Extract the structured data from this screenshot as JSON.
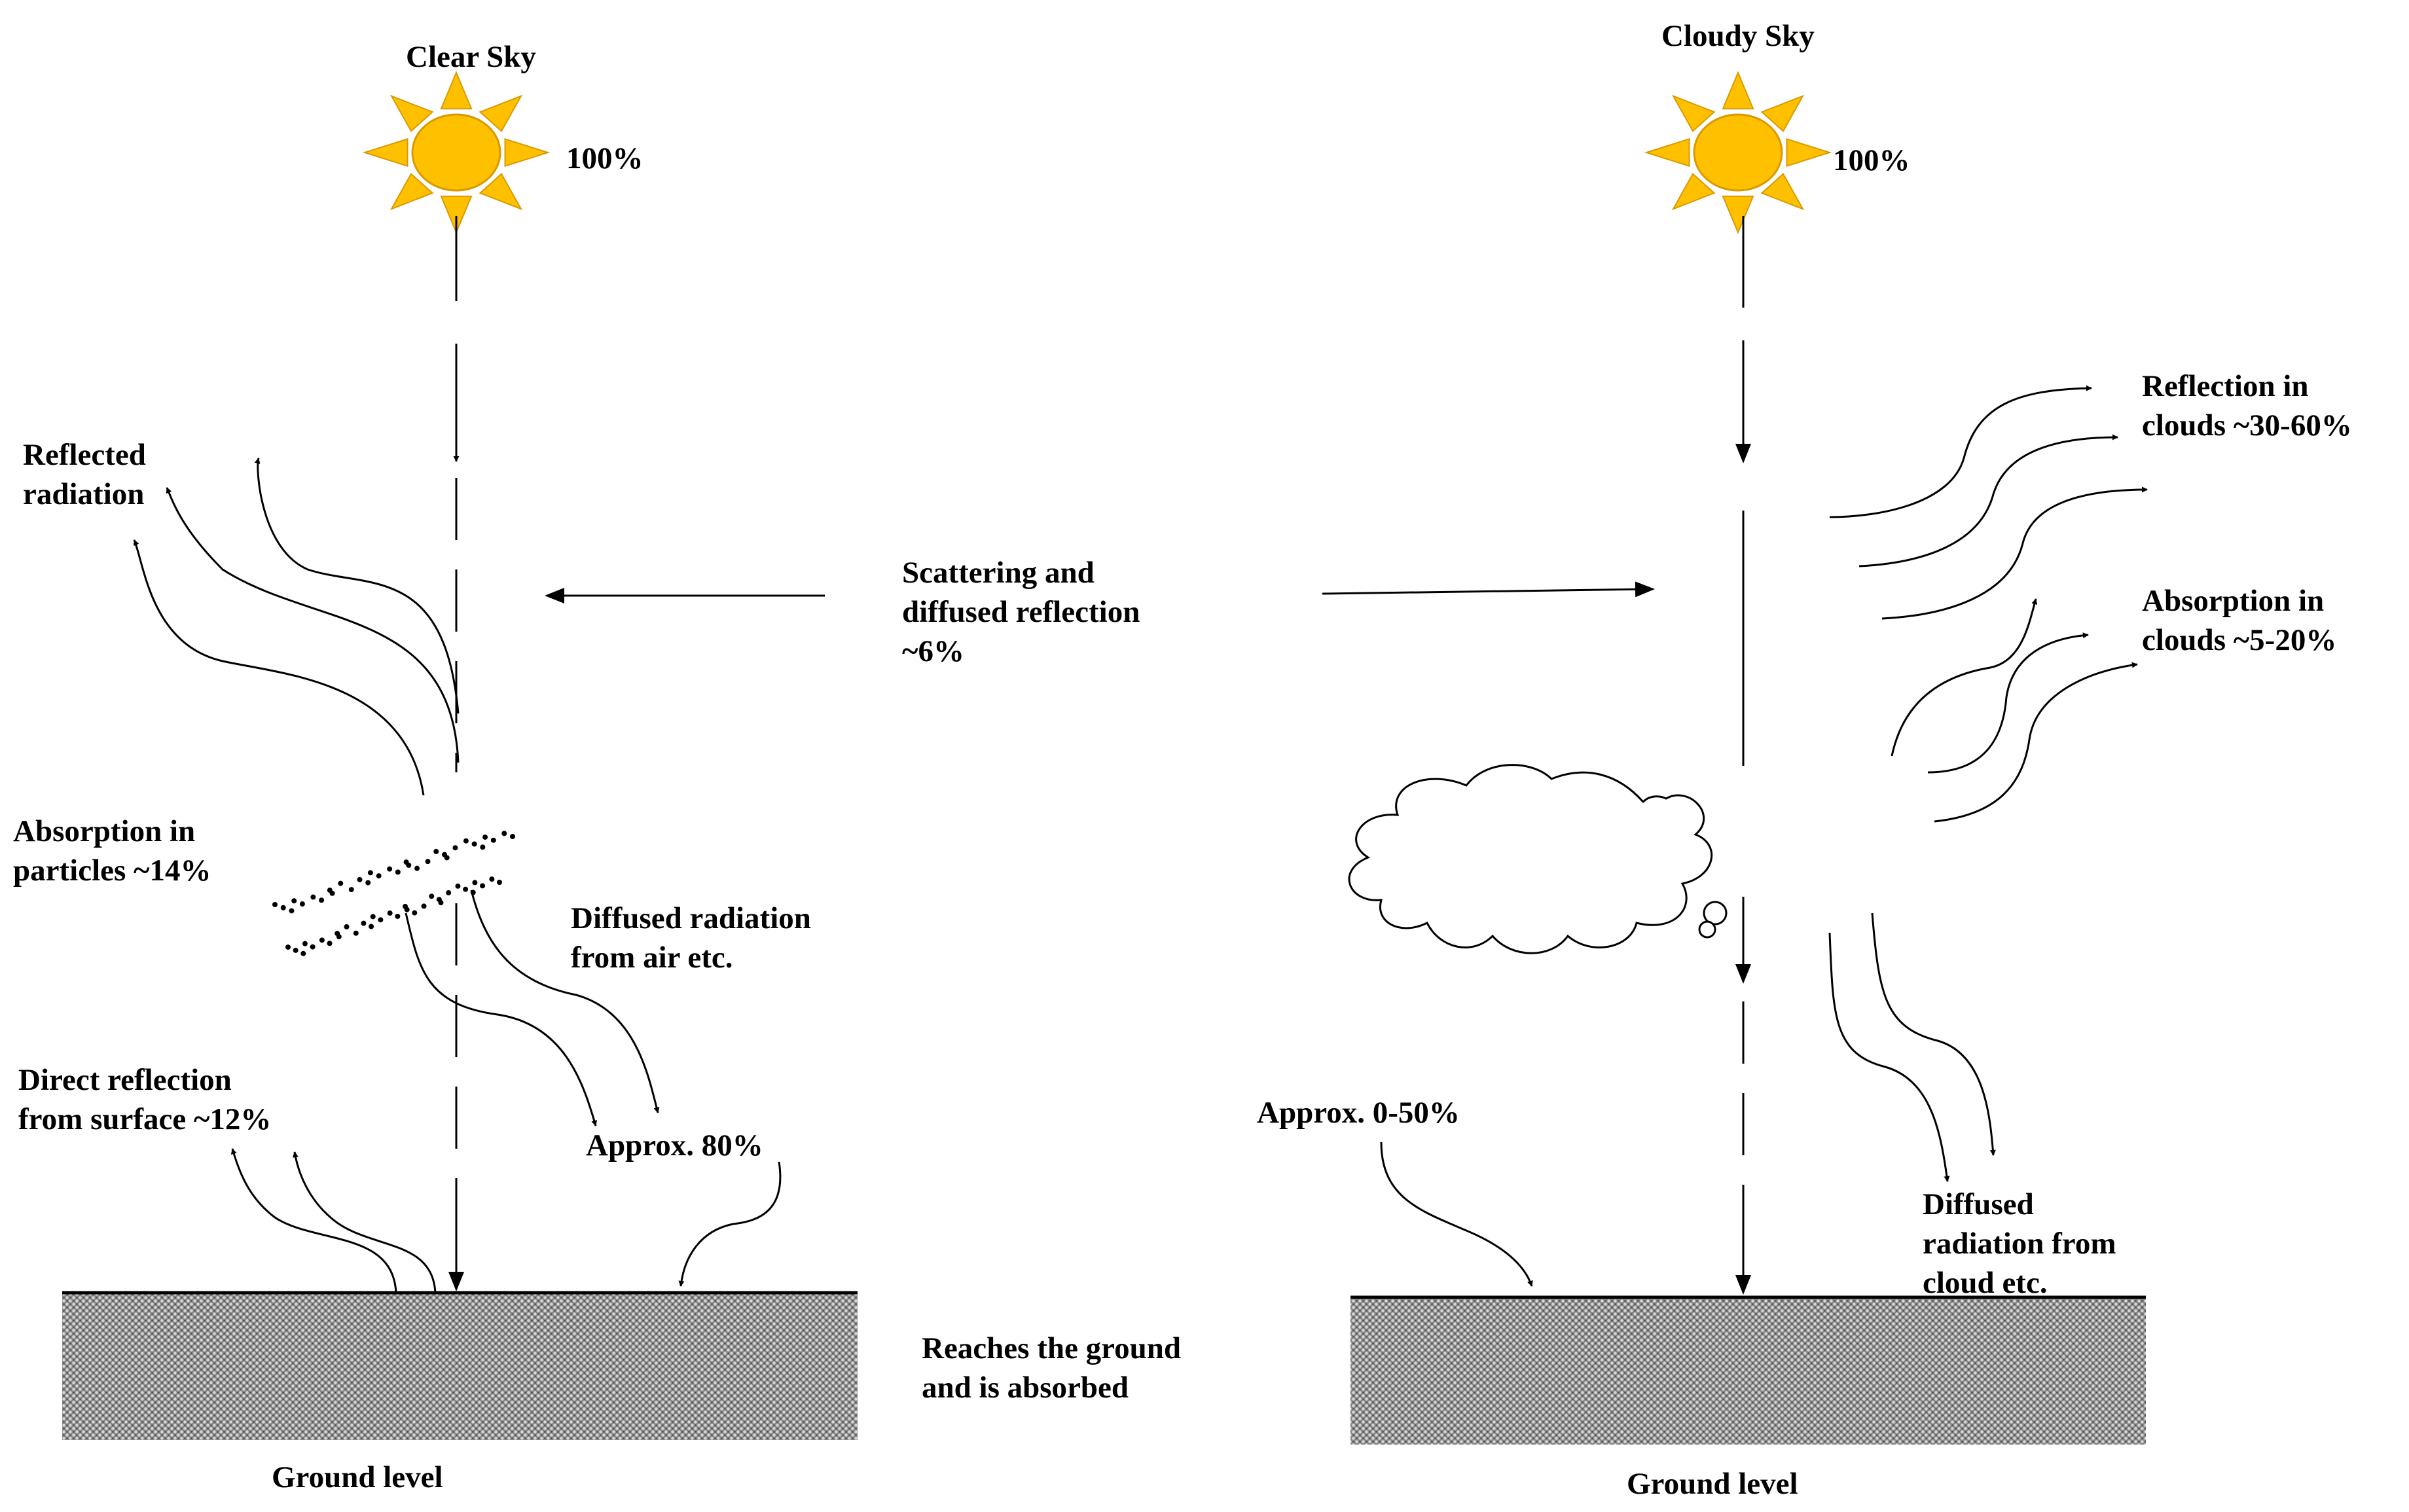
{
  "colors": {
    "sun_fill": "#FFC000",
    "sun_stroke": "#D99A00",
    "ground_fill": "#6f6f6f",
    "line": "#000000"
  },
  "icons": {
    "sun": "sun-icon",
    "cloud": "cloud-icon",
    "particles": "particle-dots"
  },
  "left": {
    "title": "Clear Sky",
    "sun_percent": "100%",
    "reflected": [
      "Reflected",
      "radiation"
    ],
    "absorption": [
      "Absorption  in",
      "particles ~14%"
    ],
    "diffused": [
      "Diffused radiation",
      "from air etc."
    ],
    "direct_reflection": [
      "Direct reflection",
      "from surface ~12%"
    ],
    "approx": "Approx. 80%",
    "ground": "Ground level"
  },
  "center": {
    "scattering": [
      "Scattering and",
      "diffused reflection",
      "~6%"
    ],
    "reaches": [
      "Reaches the ground",
      "and is absorbed"
    ]
  },
  "right": {
    "title": "Cloudy Sky",
    "sun_percent": "100%",
    "reflection_clouds": [
      "Reflection in",
      "clouds ~30-60%"
    ],
    "absorption_clouds": [
      "Absorption  in",
      "clouds ~5-20%"
    ],
    "approx": "Approx. 0-50%",
    "diffused_cloud": [
      "Diffused",
      "radiation from",
      "cloud etc."
    ],
    "ground": "Ground level"
  }
}
